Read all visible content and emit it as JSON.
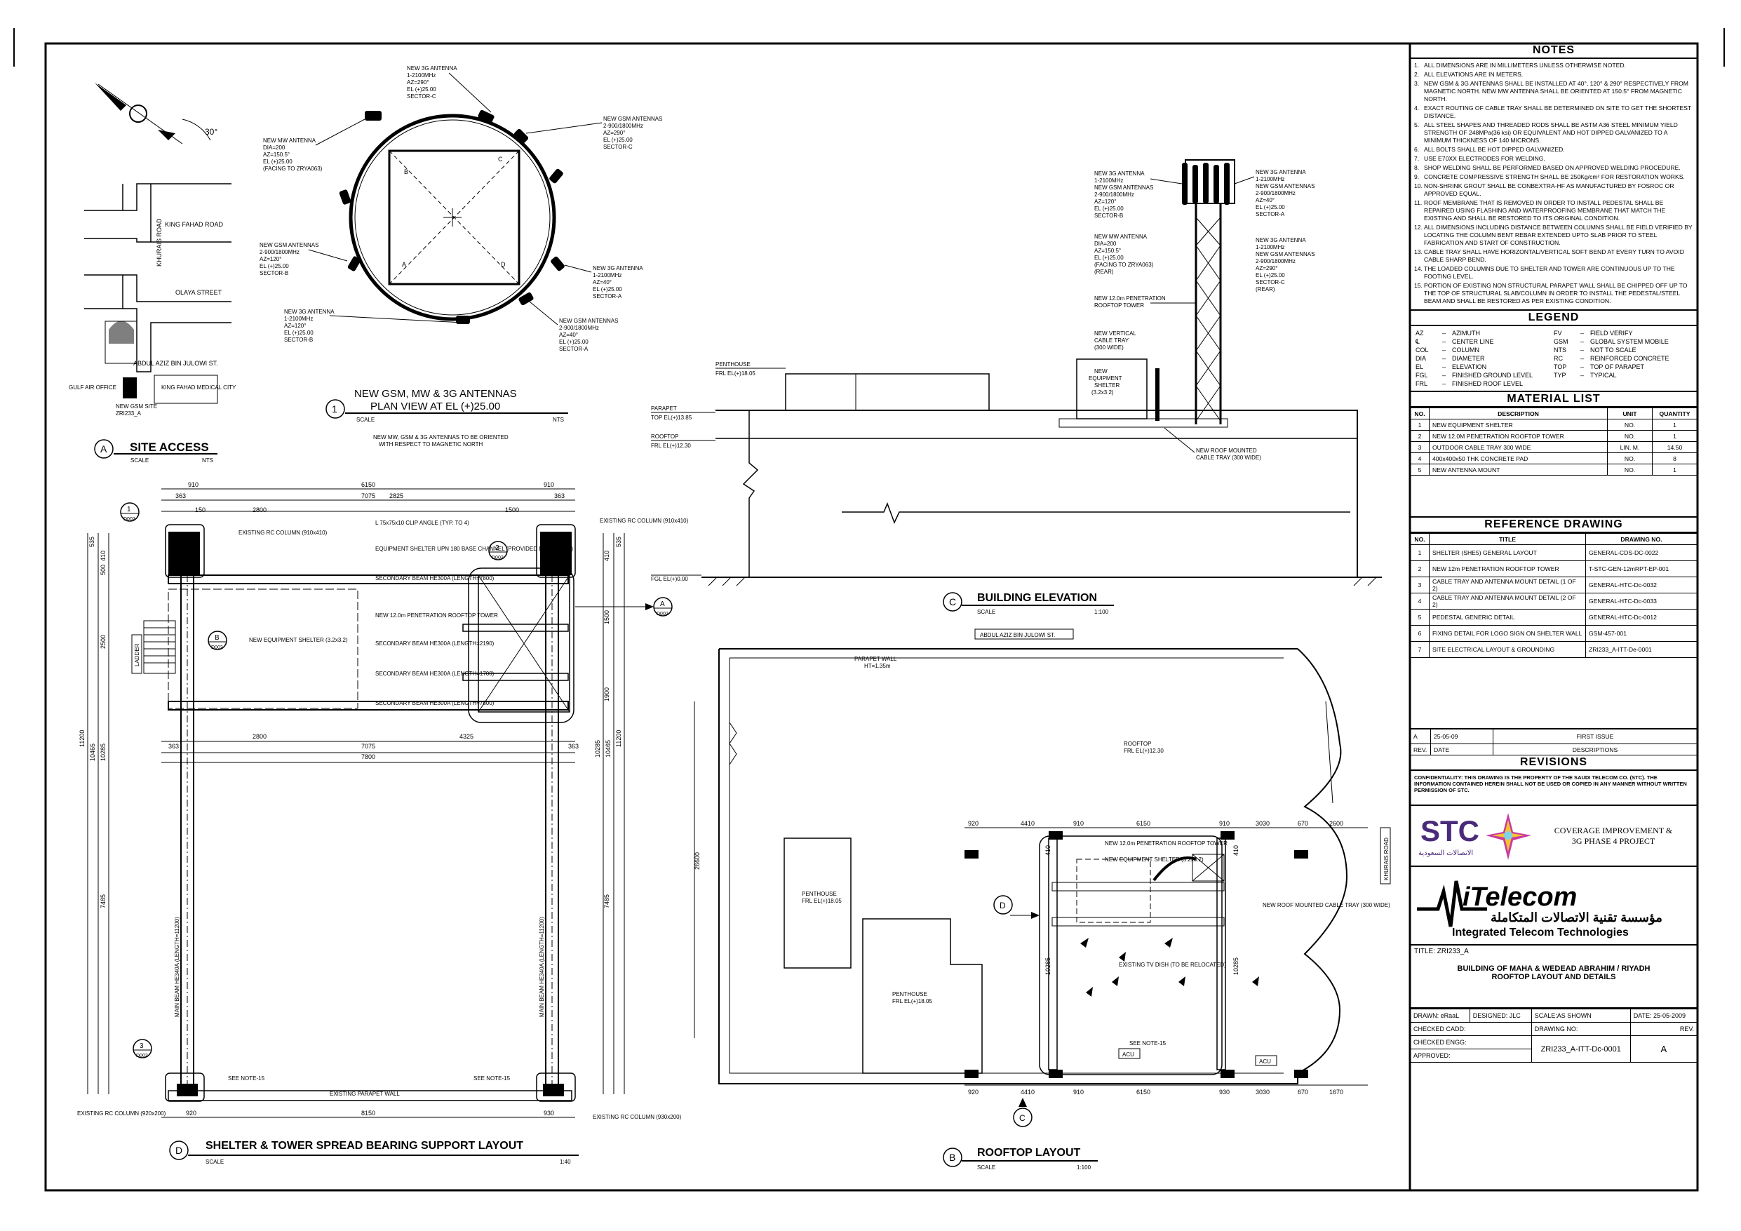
{
  "drawings": {
    "site_access": {
      "letter": "A",
      "title": "SITE ACCESS",
      "scale_label": "SCALE",
      "scale": "NTS",
      "roads": [
        "KING FAHAD ROAD",
        "OLAYA STREET",
        "ABDUL AZIZ BIN JULOWI ST.",
        "KHURAIS ROAD"
      ],
      "labels": [
        "GULF AIR OFFICE",
        "KING FAHAD MEDICAL CITY",
        "NEW GSM SITE",
        "ZRI233_A"
      ],
      "north_angle": "30°"
    },
    "antenna_plan": {
      "number": "1",
      "title_line1": "NEW GSM, MW & 3G ANTENNAS",
      "title_line2": "PLAN VIEW AT EL (+)25.00",
      "scale_label": "SCALE",
      "scale": "NTS",
      "note": [
        "NEW MW, GSM & 3G ANTENNAS TO BE ORIENTED",
        "WITH RESPECT TO MAGNETIC NORTH"
      ],
      "callouts": [
        [
          "NEW 3G ANTENNA",
          "1-2100MHz",
          "AZ=290°",
          "EL (+)25.00",
          "SECTOR-C"
        ],
        [
          "NEW GSM ANTENNAS",
          "2-900/1800MHz",
          "AZ=290°",
          "EL (+)25.00",
          "SECTOR-C"
        ],
        [
          "NEW MW ANTENNA",
          "DIA=200",
          "AZ=150.5°",
          "EL (+)25.00",
          "(FACING TO ZRYA063)"
        ],
        [
          "NEW GSM ANTENNAS",
          "2-900/1800MHz",
          "AZ=120°",
          "EL (+)25.00",
          "SECTOR-B"
        ],
        [
          "NEW 3G ANTENNA",
          "1-2100MHz",
          "AZ=40°",
          "EL (+)25.00",
          "SECTOR-A"
        ],
        [
          "NEW 3G ANTENNA",
          "1-2100MHz",
          "AZ=120°",
          "EL (+)25.00",
          "SECTOR-B"
        ],
        [
          "NEW GSM ANTENNAS",
          "2-900/1800MHz",
          "AZ=40°",
          "EL (+)25.00",
          "SECTOR-A"
        ]
      ],
      "corners": [
        "A",
        "B",
        "C",
        "D"
      ]
    },
    "support_layout": {
      "letter": "D",
      "title": "SHELTER & TOWER SPREAD BEARING SUPPORT LAYOUT",
      "scale_label": "SCALE",
      "scale": "1:40",
      "dims_top": [
        "910",
        "6150",
        "910"
      ],
      "dims_top2": [
        "363",
        "150",
        "2800",
        "2825",
        "1500",
        "363"
      ],
      "dims_top3": [
        "7075"
      ],
      "dims_mid": [
        "363",
        "2800",
        "4325",
        "363"
      ],
      "dims_mid2": [
        "7075"
      ],
      "dims_mid3": [
        "7800"
      ],
      "dims_bottom": [
        "920",
        "8150",
        "930"
      ],
      "dims_left": [
        "535",
        "410",
        "500",
        "2500",
        "11200",
        "10465",
        "10285",
        "7485"
      ],
      "dims_right": [
        "535",
        "410",
        "1500",
        "1900",
        "10285",
        "10465",
        "11200",
        "7485"
      ],
      "labels": [
        "EXISTING RC COLUMN (910x410)",
        "L 75x75x10 CLIP ANGLE (TYP. TO 4)",
        "EQUIPMENT SHELTER UPN 180 BASE CHANNEL (PROVIDED BY OTHERS)",
        "SECONDARY BEAM HE300A (LENGTH=7800)",
        "NEW 12.0m PENETRATION ROOFTOP TOWER",
        "SECONDARY BEAM HE300A (LENGTH=2190)",
        "SECONDARY BEAM HE300A (LENGTH=1700)",
        "SECONDARY BEAM HE300A (LENGTH=7800)",
        "NEW EQUIPMENT SHELTER (3.2x3.2)",
        "LADDER",
        "MAIN BEAM HE340A (LENGTH=11200)",
        "SEE NOTE-15",
        "EXISTING PARAPET WALL",
        "EXISTING RC COLUMN (920x200)",
        "EXISTING RC COLUMN (930x200)"
      ],
      "tags": [
        [
          "1",
          "D002"
        ],
        [
          "2",
          "D002"
        ],
        [
          "B",
          "D002"
        ],
        [
          "3",
          "D002"
        ],
        [
          "A",
          "D002"
        ]
      ]
    },
    "building_elevation": {
      "letter": "C",
      "title": "BUILDING ELEVATION",
      "scale_label": "SCALE",
      "scale": "1:100",
      "levels": [
        "PENTHOUSE",
        "FRL EL(+)18.05",
        "PARAPET",
        "TOP EL(+)13.85",
        "ROOFTOP",
        "FRL EL(+)12.30",
        "FGL EL(+)0.00"
      ],
      "callouts": [
        [
          "NEW 3G ANTENNA",
          "1-2100MHz",
          "NEW GSM ANTENNAS",
          "2-900/1800MHz",
          "AZ=120°",
          "EL (+)25.00",
          "SECTOR-B"
        ],
        [
          "NEW MW ANTENNA",
          "DIA=200",
          "AZ=150.5°",
          "EL (+)25.00",
          "(FACING TO ZRYA063)",
          "(REAR)"
        ],
        [
          "NEW 3G ANTENNA",
          "1-2100MHz",
          "NEW GSM ANTENNAS",
          "2-900/1800MHz",
          "AZ=40°",
          "EL (+)25.00",
          "SECTOR-A"
        ],
        [
          "NEW 3G ANTENNA",
          "1-2100MHz",
          "NEW GSM ANTENNAS",
          "2-900/1800MHz",
          "AZ=290°",
          "EL (+)25.00",
          "SECTOR-C",
          "(REAR)"
        ],
        [
          "NEW 12.0m PENETRATION",
          "ROOFTOP TOWER"
        ],
        [
          "NEW VERTICAL",
          "CABLE TRAY",
          "(300 WIDE)"
        ],
        [
          "NEW",
          "EQUIPMENT",
          "SHELTER",
          "(3.2x3.2)"
        ],
        [
          "NEW ROOF MOUNTED",
          "CABLE TRAY (300 WIDE)"
        ]
      ]
    },
    "rooftop_layout": {
      "letter": "B",
      "title": "ROOFTOP LAYOUT",
      "scale_label": "SCALE",
      "scale": "1:100",
      "street": "ABDUL AZIZ BIN JULOWI ST.",
      "road": "KHURAIS ROAD",
      "labels": [
        "PARAPET WALL",
        "HT=1.35m",
        "ROOFTOP",
        "FRL EL(+)12.30",
        "PENTHOUSE",
        "FRL EL(+)18.05",
        "PENTHOUSE",
        "FRL EL(+)18.05",
        "NEW 12.0m PENETRATION ROOFTOP TOWER",
        "NEW EQUIPMENT SHELTER (3.2x3.2)",
        "NEW ROOF MOUNTED CABLE TRAY (300 WIDE)",
        "EXISTING TV DISH (TO BE RELOCATED)",
        "SEE NOTE-15",
        "ACU",
        "ACU"
      ],
      "dims_top": [
        "920",
        "4410",
        "910",
        "6150",
        "910",
        "3030",
        "670",
        "2600"
      ],
      "dims_bottom": [
        "920",
        "4410",
        "910",
        "6150",
        "930",
        "3030",
        "670",
        "1670"
      ],
      "dims_side": [
        "26600",
        "410",
        "10285",
        "410",
        "10285"
      ]
    }
  },
  "title_block": {
    "notes_header": "NOTES",
    "notes": [
      "ALL DIMENSIONS ARE IN MILLIMETERS UNLESS OTHERWISE NOTED.",
      "ALL ELEVATIONS ARE IN METERS.",
      "NEW GSM & 3G ANTENNAS SHALL BE INSTALLED AT 40°, 120° & 290° RESPECTIVELY FROM MAGNETIC NORTH. NEW MW ANTENNA SHALL BE ORIENTED AT 150.5° FROM MAGNETIC NORTH.",
      "EXACT ROUTING OF CABLE TRAY SHALL BE DETERMINED ON SITE TO GET THE SHORTEST DISTANCE.",
      "ALL STEEL SHAPES AND THREADED RODS SHALL BE ASTM A36 STEEL MINIMUM YIELD STRENGTH OF 248MPa(36 ksi) OR EQUIVALENT AND HOT DIPPED GALVANIZED TO A MINIMUM THICKNESS OF 140 MICRONS.",
      "ALL BOLTS SHALL BE HOT DIPPED GALVANIZED.",
      "USE E70XX ELECTRODES FOR WELDING.",
      "SHOP WELDING SHALL BE PERFORMED BASED ON APPROVED WELDING PROCEDURE.",
      "CONCRETE COMPRESSIVE STRENGTH SHALL BE 250Kg/cm² FOR RESTORATION WORKS.",
      "NON-SHRINK GROUT SHALL BE CONBEXTRA-HF AS MANUFACTURED BY FOSROC OR APPROVED EQUAL.",
      "ROOF MEMBRANE THAT IS REMOVED IN ORDER TO INSTALL PEDESTAL SHALL BE REPAIRED USING FLASHING AND WATERPROOFING MEMBRANE THAT MATCH THE EXISTING AND SHALL BE RESTORED TO ITS ORIGINAL CONDITION.",
      "ALL DIMENSIONS INCLUDING DISTANCE BETWEEN COLUMNS SHALL BE FIELD VERIFIED BY LOCATING THE COLUMN BENT REBAR EXTENDED UPTO SLAB PRIOR TO STEEL FABRICATION AND START OF CONSTRUCTION.",
      "CABLE TRAY SHALL HAVE HORIZONTAL/VERTICAL SOFT BEND AT EVERY TURN TO AVOID CABLE SHARP BEND.",
      "THE LOADED COLUMNS DUE TO SHELTER AND TOWER ARE CONTINUOUS UP TO THE FOOTING LEVEL.",
      "PORTION OF EXISTING NON STRUCTURAL PARAPET WALL SHALL BE CHIPPED OFF UP TO THE TOP OF STRUCTURAL SLAB/COLUMN IN ORDER TO INSTALL THE PEDESTAL/STEEL BEAM AND SHALL BE RESTORED AS PER EXISTING CONDITION."
    ],
    "legend_header": "LEGEND",
    "legend": [
      [
        "AZ",
        "AZIMUTH",
        "FV",
        "FIELD VERIFY"
      ],
      [
        "℄",
        "CENTER LINE",
        "GSM",
        "GLOBAL SYSTEM MOBILE"
      ],
      [
        "COL",
        "COLUMN",
        "NTS",
        "NOT TO SCALE"
      ],
      [
        "DIA",
        "DIAMETER",
        "RC",
        "REINFORCED CONCRETE"
      ],
      [
        "EL",
        "ELEVATION",
        "TOP",
        "TOP OF PARAPET"
      ],
      [
        "FGL",
        "FINISHED GROUND LEVEL",
        "TYP",
        "TYPICAL"
      ],
      [
        "FRL",
        "FINISHED ROOF LEVEL",
        "",
        ""
      ]
    ],
    "material_header": "MATERIAL LIST",
    "material_cols": [
      "NO.",
      "DESCRIPTION",
      "UNIT",
      "QUANTITY"
    ],
    "materials": [
      [
        "1",
        "NEW EQUIPMENT SHELTER",
        "NO.",
        "1"
      ],
      [
        "2",
        "NEW 12.0M PENETRATION ROOFTOP TOWER",
        "NO.",
        "1"
      ],
      [
        "3",
        "OUTDOOR CABLE TRAY 300 WIDE",
        "LIN. M.",
        "14.50"
      ],
      [
        "4",
        "400x400x50 THK CONCRETE PAD",
        "NO.",
        "8"
      ],
      [
        "5",
        "NEW ANTENNA MOUNT",
        "NO.",
        "1"
      ]
    ],
    "ref_header": "REFERENCE DRAWING",
    "ref_cols": [
      "NO.",
      "TITLE",
      "DRAWING NO."
    ],
    "refs": [
      [
        "1",
        "SHELTER (SHE5) GENERAL LAYOUT",
        "GENERAL-CDS-DC-0022"
      ],
      [
        "2",
        "NEW 12m PENETRATION ROOFTOP TOWER",
        "T-STC-GEN-12mRPT-EP-001"
      ],
      [
        "3",
        "CABLE TRAY AND ANTENNA MOUNT DETAIL (1 OF 2)",
        "GENERAL-HTC-Dc-0032"
      ],
      [
        "4",
        "CABLE TRAY AND ANTENNA MOUNT DETAIL (2 OF 2)",
        "GENERAL-HTC-Dc-0033"
      ],
      [
        "5",
        "PEDESTAL GENERIC DETAIL",
        "GENERAL-HTC-Dc-0012"
      ],
      [
        "6",
        "FIXING DETAIL FOR LOGO SIGN ON SHELTER WALL",
        "GSM-457-001"
      ],
      [
        "7",
        "SITE ELECTRICAL LAYOUT & GROUNDING",
        "ZRI233_A-ITT-De-0001"
      ]
    ],
    "revision": {
      "rev": "A",
      "date": "25-05-09",
      "desc": "FIRST ISSUE",
      "col_rev": "REV.",
      "col_date": "DATE",
      "col_desc": "DESCRIPTIONS",
      "header": "REVISIONS"
    },
    "confidentiality": "CONFIDENTIALITY: THIS DRAWING IS THE PROPERTY OF THE SAUDI TELECOM CO. (STC). THE INFORMATION CONTAINED HEREIN SHALL NOT BE USED OR COPIED IN ANY MANNER WITHOUT WRITTEN PERMISSION OF STC.",
    "client_logo": "STC",
    "client_logo_ar": "الاتصالات السعودية",
    "project": [
      "COVERAGE IMPROVEMENT &",
      "3G PHASE 4 PROJECT"
    ],
    "contractor_logo": "iTelecom",
    "contractor_ar": "مؤسسة تقنية الاتصالات المتكاملة",
    "contractor_name": "Integrated Telecom Technologies",
    "title_label": "TITLE: ZRI233_A",
    "title_lines": [
      "BUILDING OF MAHA & WEDEAD ABRAHIM / RIYADH",
      "ROOFTOP LAYOUT AND DETAILS"
    ],
    "drawn": "DRAWN: eRaaL",
    "designed": "DESIGNED: JLC",
    "scale": "SCALE:AS SHOWN",
    "date": "DATE: 25-05-2009",
    "checked_cadd": "CHECKED CADD:",
    "checked_engg": "CHECKED ENGG:",
    "approved": "APPROVED:",
    "drawing_no_label": "DRAWING NO:",
    "drawing_no": "ZRI233_A-ITT-Dc-0001",
    "rev_label": "REV.",
    "rev_value": "A"
  }
}
